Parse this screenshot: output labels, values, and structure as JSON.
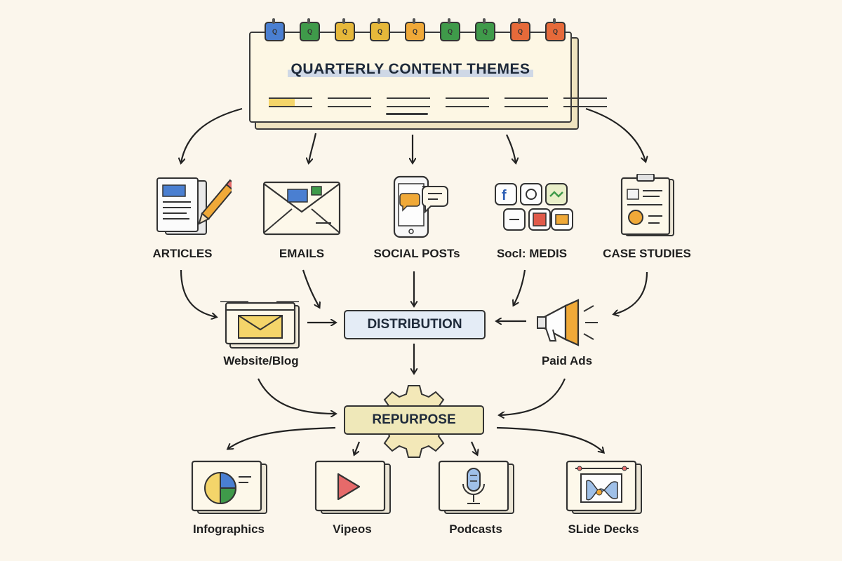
{
  "title": "QUARTERLY CONTENT THEMES",
  "calendar_tabs": [
    "Q",
    "Q",
    "Q",
    "Q",
    "Q",
    "Q",
    "Q",
    "Q",
    "Q"
  ],
  "calendar_tab_colors": [
    "#4a7fd1",
    "#3f9a4a",
    "#e6b83a",
    "#e6b83a",
    "#f0a938",
    "#3f9a4a",
    "#3f9a4a",
    "#e66a3a",
    "#e66a3a"
  ],
  "content_types": {
    "articles": "ARTICLES",
    "emails": "EMAILS",
    "social_posts": "SOCIAL POSTs",
    "social_media": "Socl: MEDIS",
    "case_studies": "CASE STUDIES"
  },
  "channels": {
    "website_blog": "Website/Blog",
    "distribution": "DISTRIBUTION",
    "paid_ads": "Paid Ads"
  },
  "repurpose": "REPURPOSE",
  "formats": {
    "infographics": "Infographics",
    "videos": "Vipeos",
    "podcasts": "Podcasts",
    "slide_decks": "SLide Decks"
  },
  "colors": {
    "background": "#fbf6ec",
    "distribution_fill": "#e4ecf6",
    "repurpose_fill": "#efe8b9",
    "accent_blue": "#4a7fd1",
    "accent_orange": "#f0a938"
  }
}
